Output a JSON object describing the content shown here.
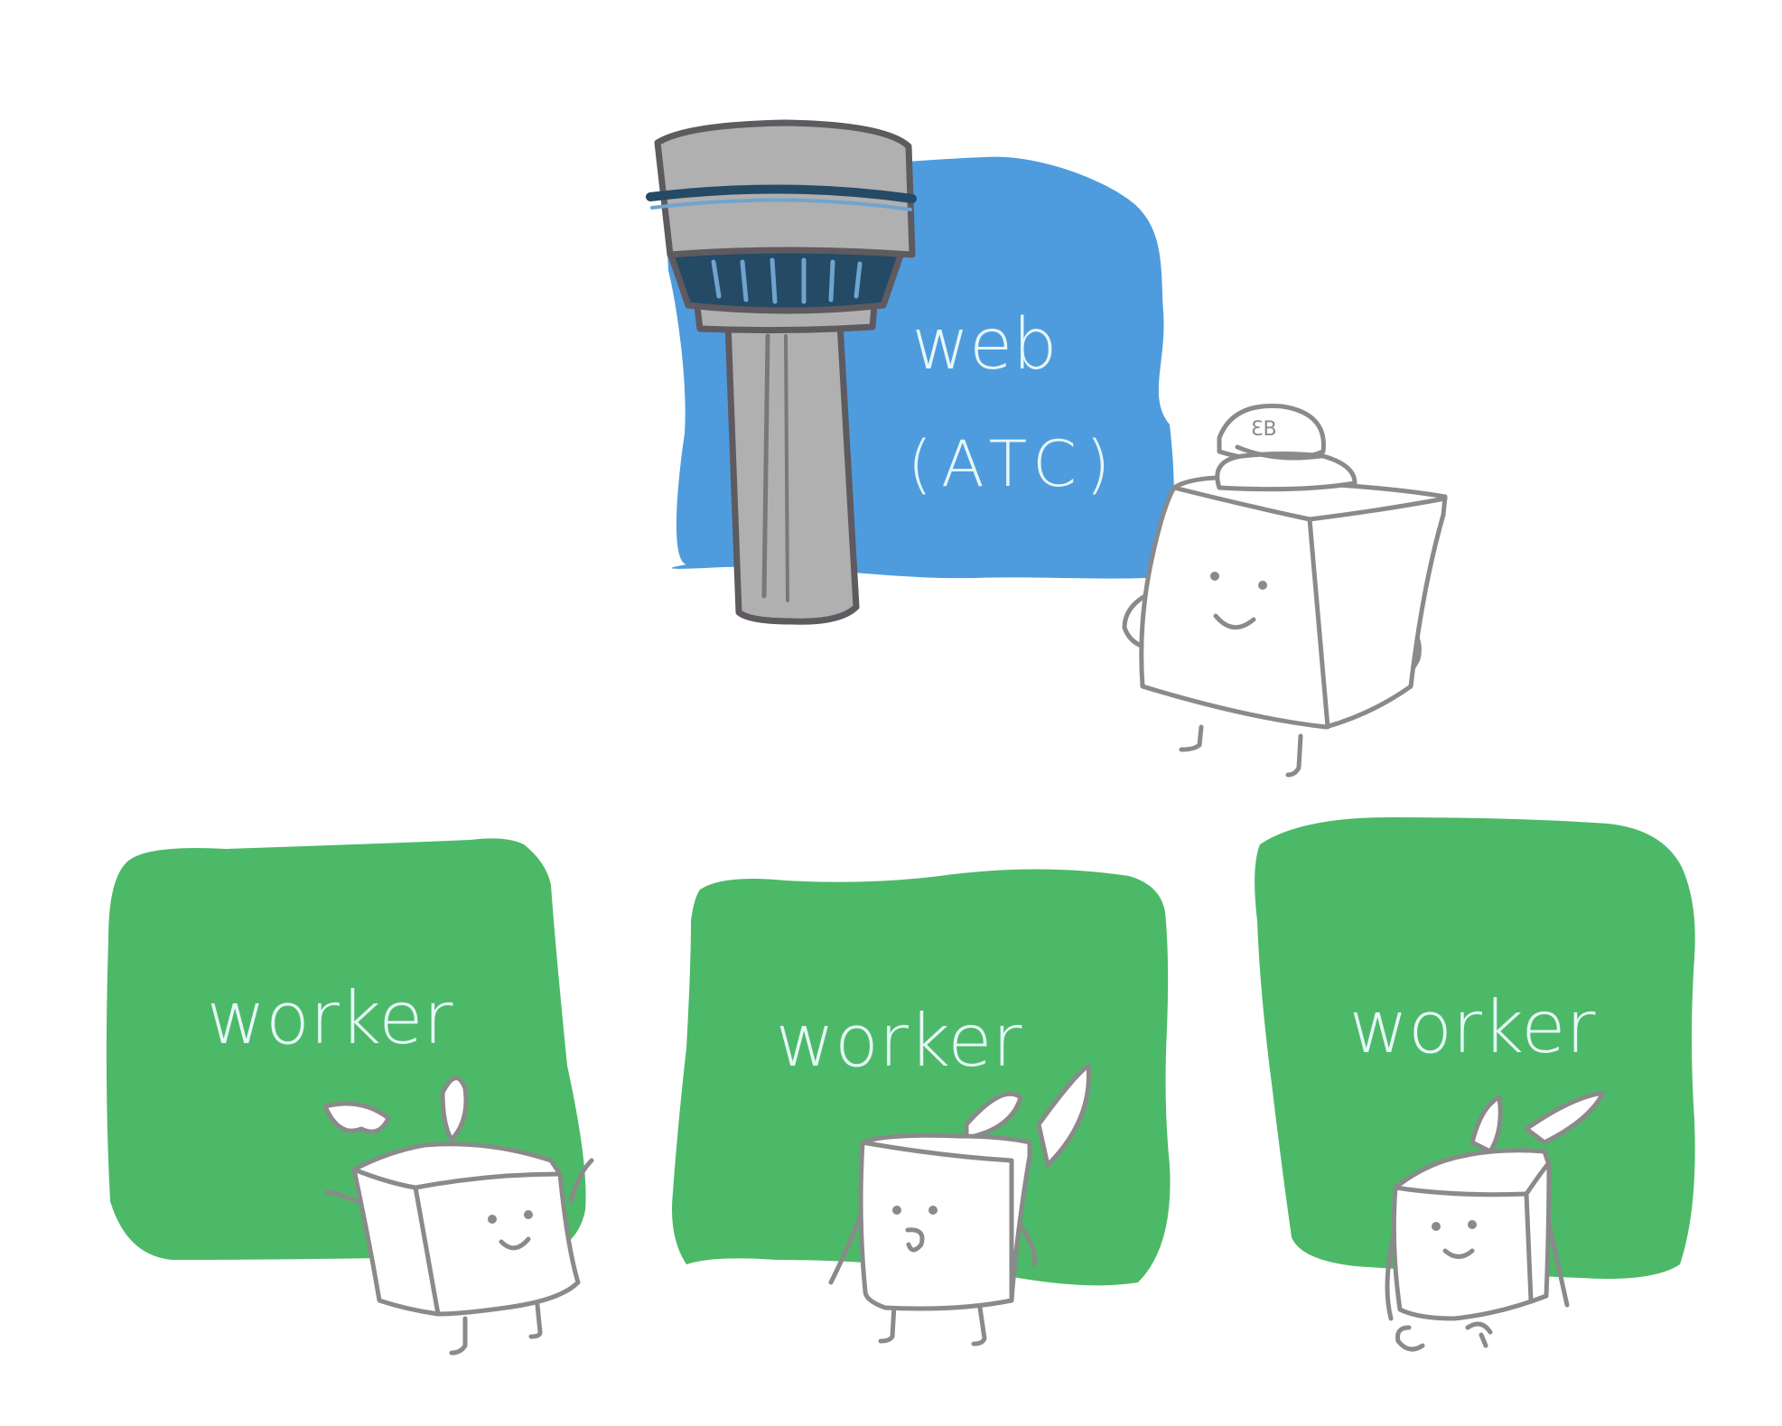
{
  "web": {
    "label_line1": "web",
    "label_line2": "(ATC)",
    "color": "#4E9CDD",
    "text_color": "#E6F7F8"
  },
  "workers": [
    {
      "label": "worker"
    },
    {
      "label": "worker"
    },
    {
      "label": "worker"
    }
  ],
  "colors": {
    "worker_bg": "#4CB968",
    "tower_body": "#B0B0B0",
    "tower_outline": "#5E5A60",
    "tower_windows": "#244A66",
    "character_outline": "#8A8A8A",
    "character_fill": "#FFFFFF"
  },
  "icons": [
    "control-tower-icon",
    "cube-character-icon",
    "winged-cube-character-icon"
  ]
}
